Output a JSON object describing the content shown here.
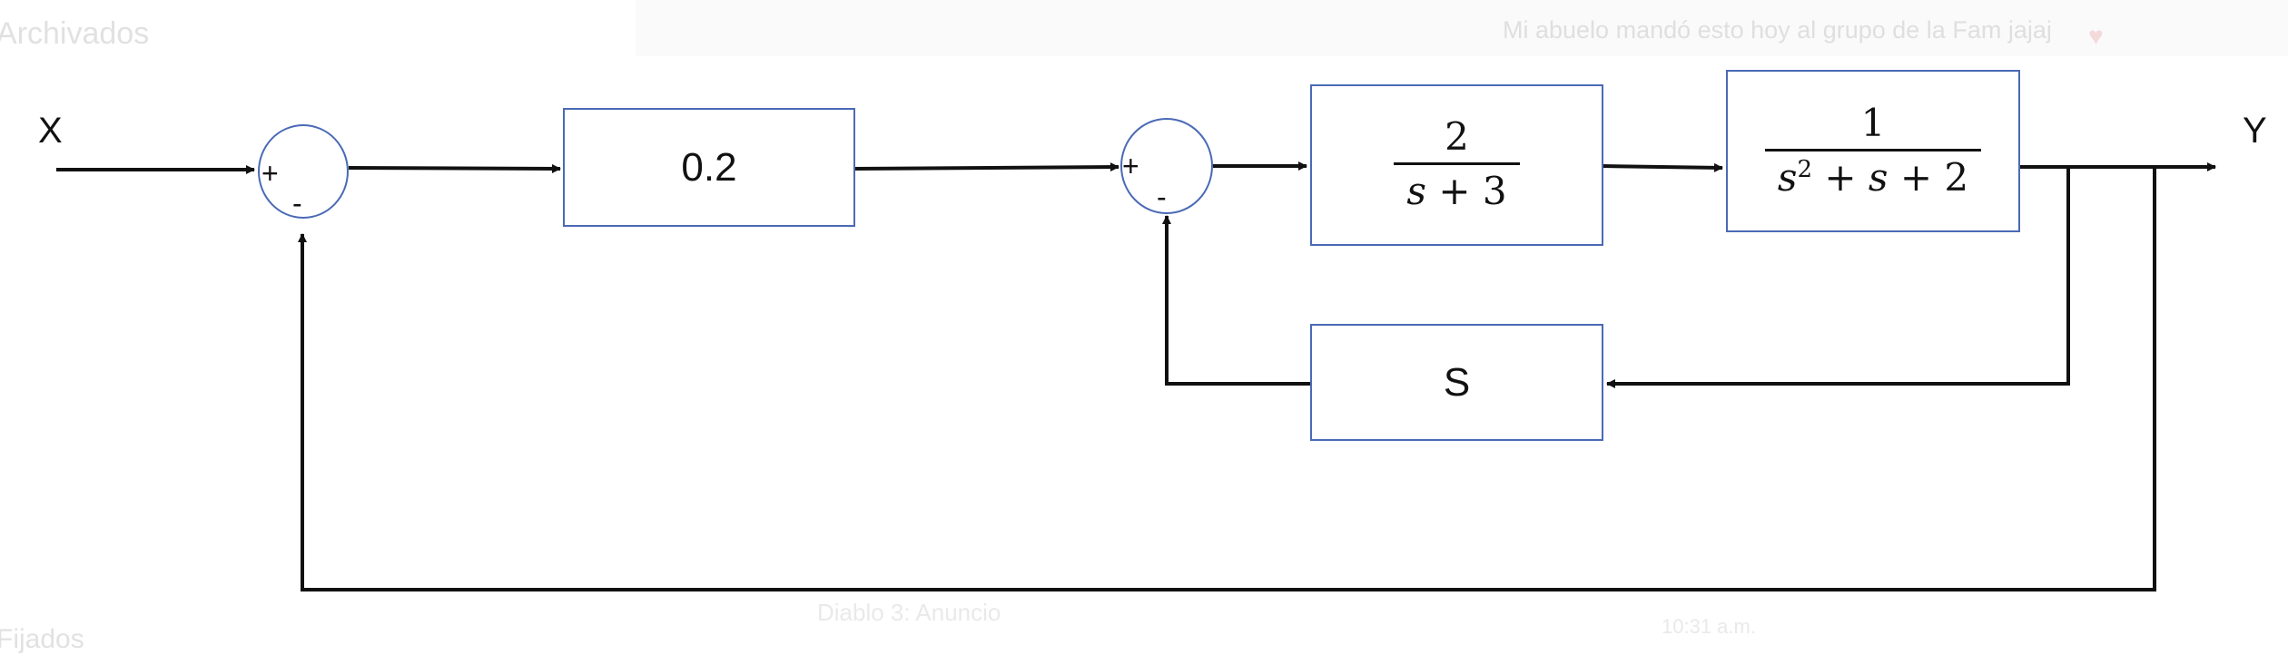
{
  "background": {
    "panel_title": "Archivados",
    "header_message": "Mi abuelo mandó esto hoy al grupo de la Fam jajaj",
    "bottom_label": "Fijados",
    "bottom_preview": "Diablo 3: Anuncio",
    "bottom_time": "10:31 a.m."
  },
  "diagram": {
    "input_label": "X",
    "output_label": "Y",
    "gain_block": "0.2",
    "tf1": {
      "numerator": "2",
      "den_var": "s",
      "den_rest": " + 3"
    },
    "tf2": {
      "numerator": "1",
      "den_var": "s",
      "den_exp": "2",
      "den_mid": " + ",
      "den_var2": "s",
      "den_rest": " + 2"
    },
    "feedback_block": "S",
    "sum1": {
      "plus": "+",
      "minus": "-"
    },
    "sum2": {
      "plus": "+",
      "minus": "-"
    }
  },
  "colors": {
    "block_border": "#4a6ab5",
    "line": "#111111"
  }
}
